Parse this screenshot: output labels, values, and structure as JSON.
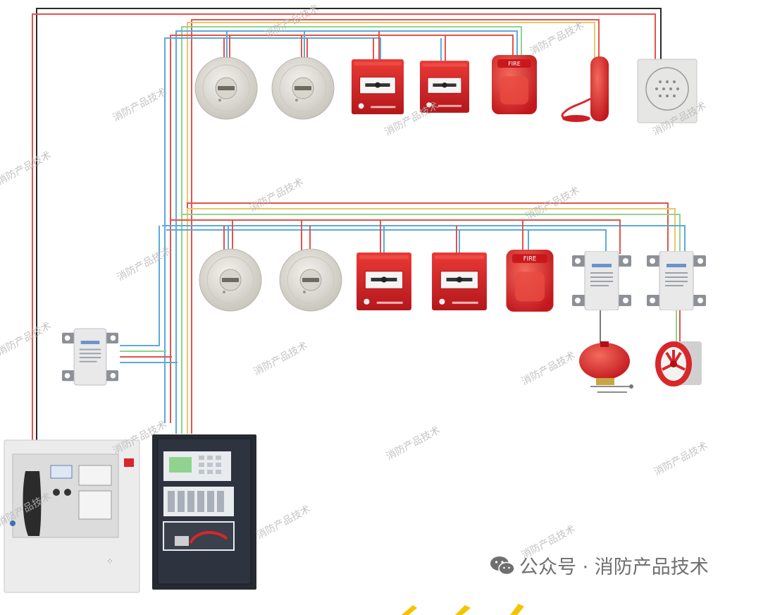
{
  "watermark": "消防产品技术",
  "brand_caption": "公众号 · 消防产品技术",
  "fire_label": "FIRE",
  "colors": {
    "wire_red": "#e2544a",
    "wire_blue": "#5ea9dd",
    "wire_green": "#8fd38f",
    "wire_yellow": "#e9c86a",
    "wire_black": "#2a2a2a",
    "device_red": "#d9262a",
    "detector_white": "#e4e2dc",
    "panel_dark": "#252a33"
  },
  "icons": {
    "brand": "wechat-icon"
  }
}
